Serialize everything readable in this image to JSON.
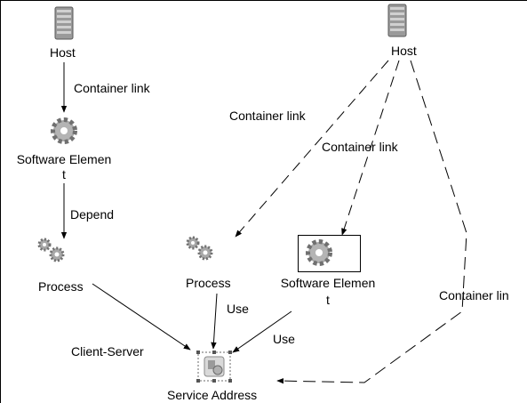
{
  "nodes": {
    "host_left": {
      "label": "Host",
      "icon": "server-icon"
    },
    "host_right": {
      "label": "Host",
      "icon": "server-icon"
    },
    "software_element_left": {
      "label_line1": "Software Elemen",
      "label_line2": "t",
      "icon": "gear-icon"
    },
    "software_element_right": {
      "label_line1": "Software Elemen",
      "label_line2": "t",
      "icon": "gear-icon",
      "selected": true
    },
    "process_left": {
      "label": "Process",
      "icon": "gears-icon"
    },
    "process_mid": {
      "label": "Process",
      "icon": "gears-icon"
    },
    "service_address": {
      "label": "Service Address",
      "icon": "service-address-icon",
      "selected": true
    }
  },
  "links": {
    "host_left_to_sw_left": "Container link",
    "sw_left_to_process_left": "Depend",
    "host_right_to_process_mid": "Container link",
    "host_right_to_sw_right": "Container link",
    "host_right_to_service_address": "Container lin",
    "process_left_to_service": "Client-Server",
    "process_mid_to_service": "Use",
    "sw_right_to_service": "Use"
  },
  "colors": {
    "line": "#000000",
    "background": "#ffffff",
    "icon_gray": "#8a8a8a"
  }
}
